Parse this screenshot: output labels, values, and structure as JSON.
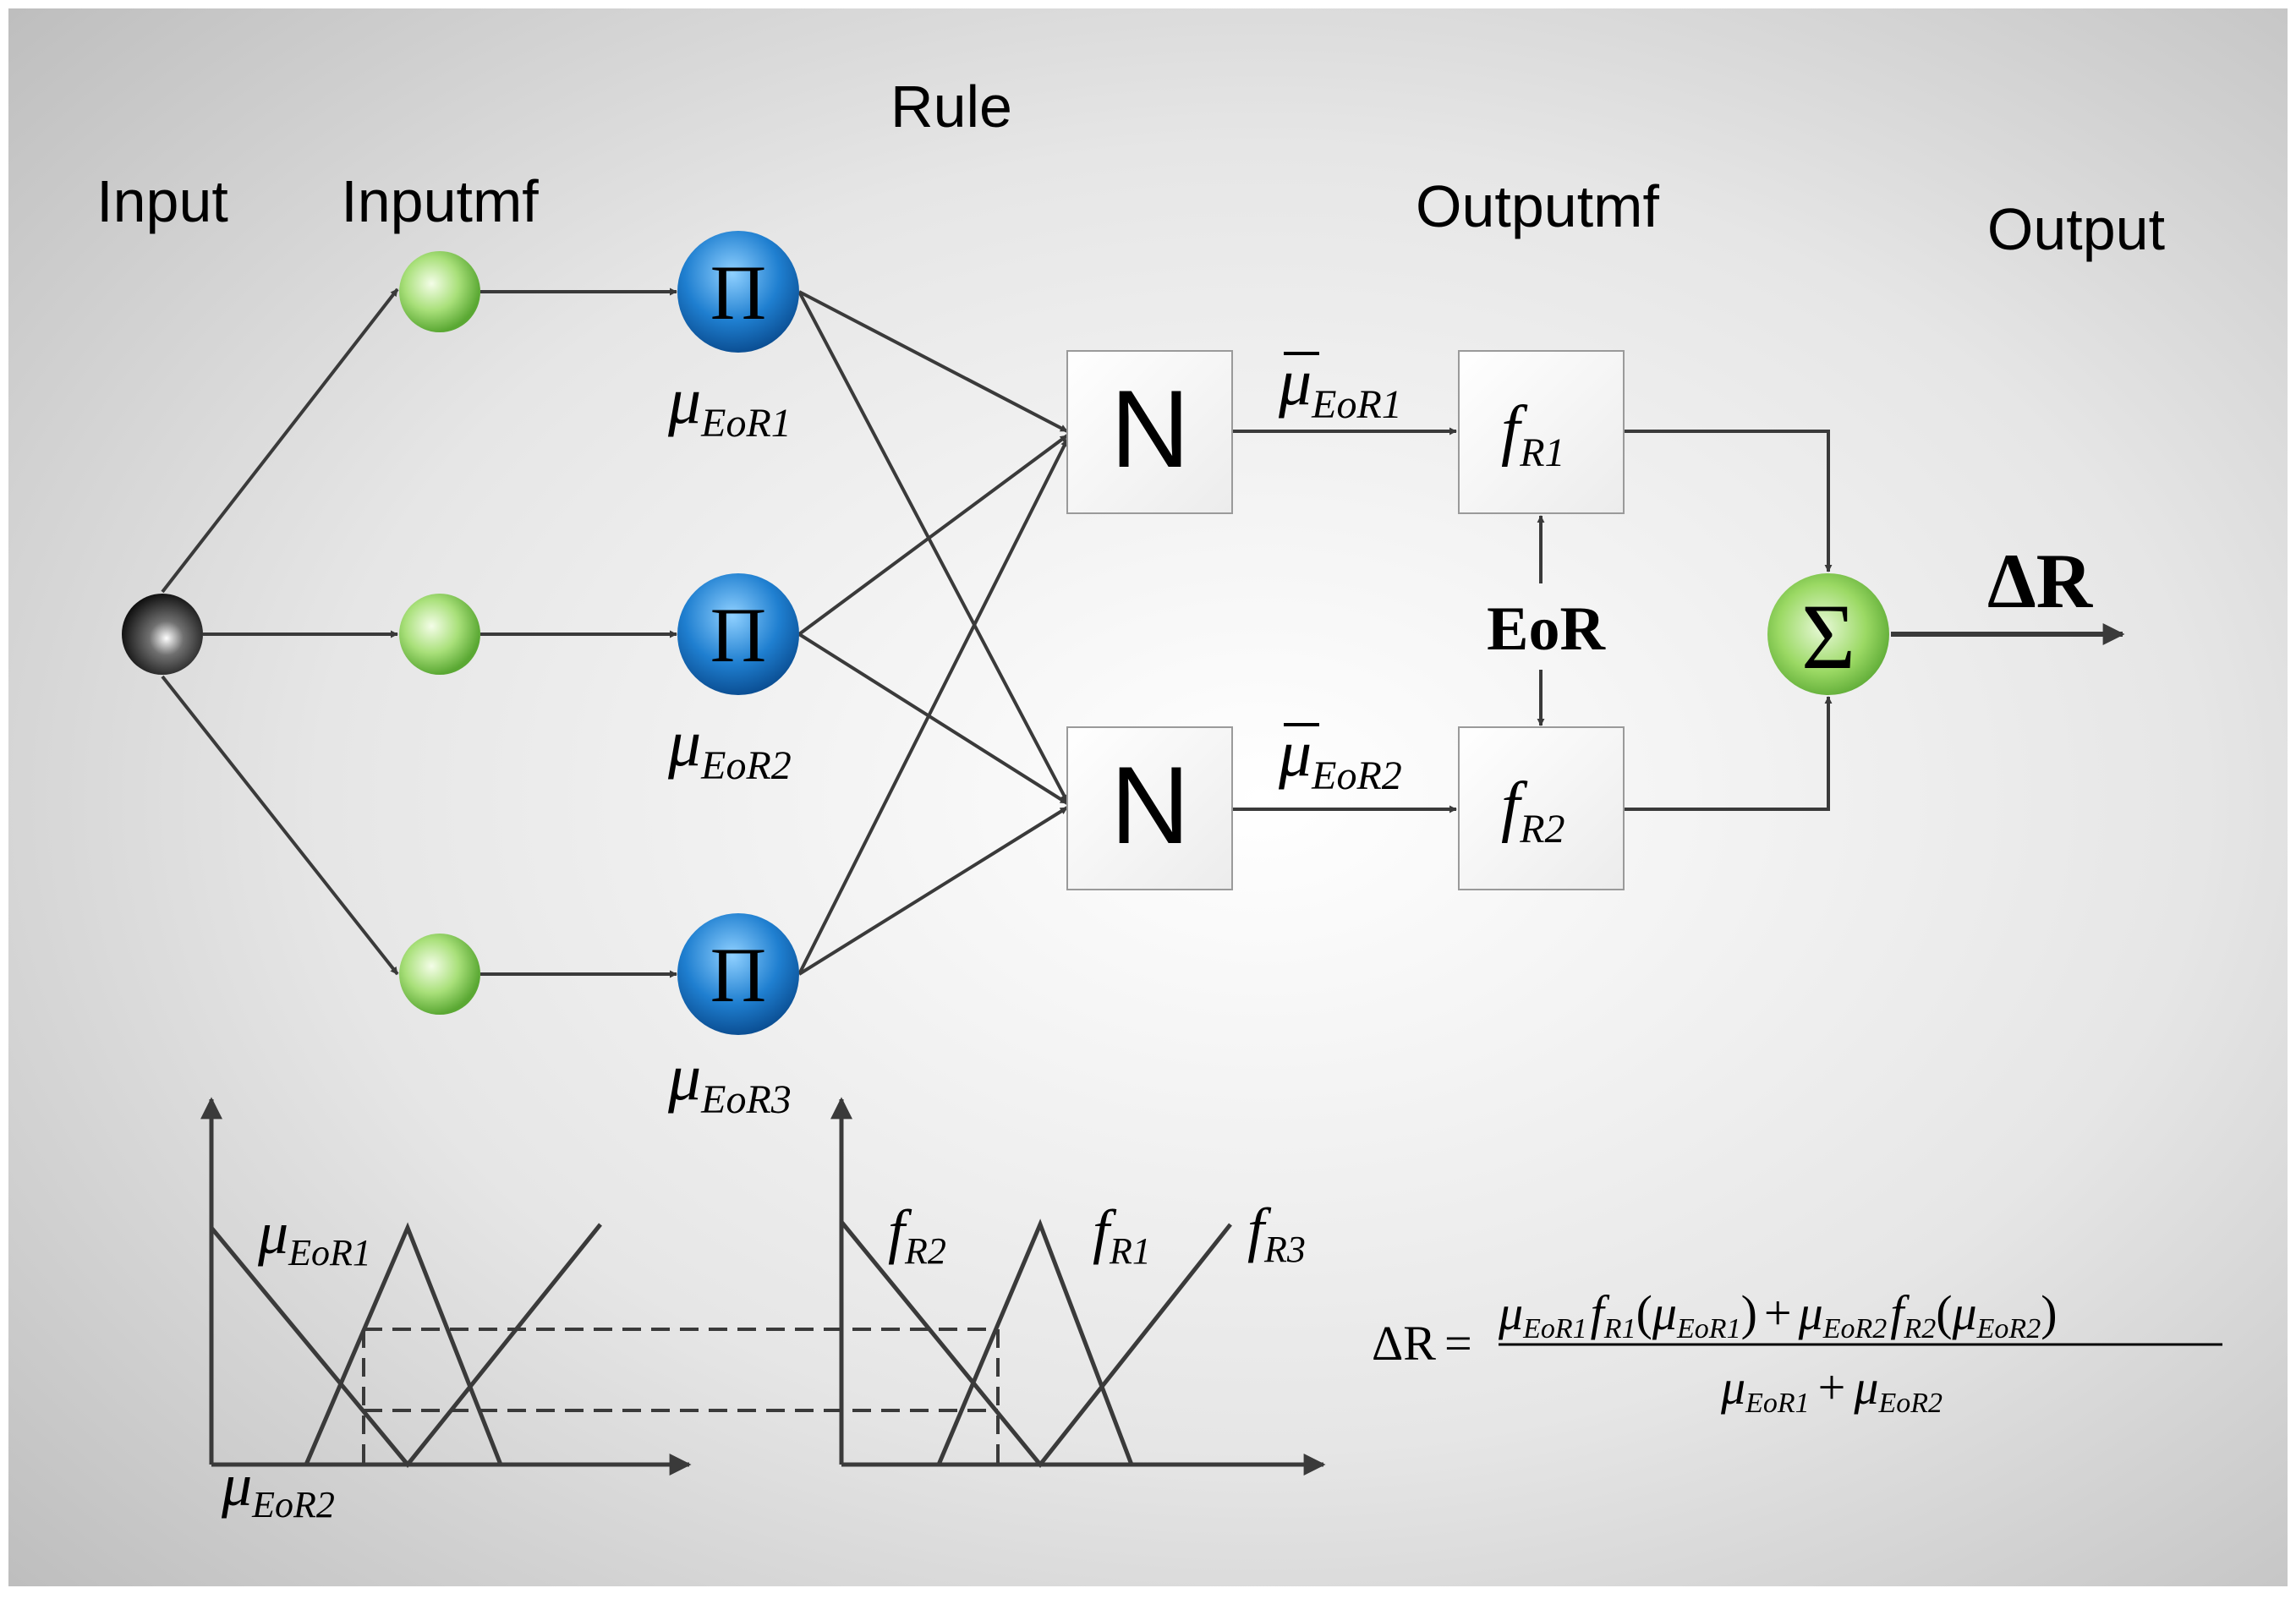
{
  "headers": {
    "input": "Input",
    "inputmf": "Inputmf",
    "rule": "Rule",
    "outputmf": "Outputmf",
    "output": "Output"
  },
  "nodes": {
    "product_symbol": "Π",
    "norm_symbol": "N",
    "sum_symbol": "Σ"
  },
  "rule_labels": [
    {
      "base": "μ",
      "sub": "EoR1"
    },
    {
      "base": "μ",
      "sub": "EoR2"
    },
    {
      "base": "μ",
      "sub": "EoR3"
    }
  ],
  "norm_labels": [
    {
      "base": "μ",
      "sub": "EoR1"
    },
    {
      "base": "μ",
      "sub": "EoR2"
    }
  ],
  "func_labels": [
    {
      "base": "f",
      "sub": "R1"
    },
    {
      "base": "f",
      "sub": "R2"
    }
  ],
  "eor_label": "EoR",
  "output_label": "ΔR",
  "mf_plot_left": {
    "labels": [
      {
        "base": "μ",
        "sub": "EoR1"
      },
      {
        "base": "μ",
        "sub": "EoR2"
      }
    ]
  },
  "mf_plot_right": {
    "labels": [
      {
        "base": "f",
        "sub": "R2"
      },
      {
        "base": "f",
        "sub": "R1"
      },
      {
        "base": "f",
        "sub": "R3"
      }
    ]
  },
  "formula": {
    "lhs": "ΔR",
    "eq": "=",
    "num": {
      "mu1": {
        "base": "μ",
        "sub": "EoR1"
      },
      "f1": {
        "base": "f",
        "sub": "R1"
      },
      "arg1": {
        "base": "μ",
        "sub": "EoR1"
      },
      "plus": "+",
      "mu2": {
        "base": "μ",
        "sub": "EoR2"
      },
      "f2": {
        "base": "f",
        "sub": "R2"
      },
      "arg2": {
        "base": "μ",
        "sub": "EoR2"
      },
      "lparen": "(",
      "rparen": ")"
    },
    "den": {
      "mu1": {
        "base": "μ",
        "sub": "EoR1"
      },
      "plus": "+",
      "mu2": {
        "base": "μ",
        "sub": "EoR2"
      }
    }
  },
  "colors": {
    "green_node": "#8fd65a",
    "blue_node": "#1f7fd0",
    "input_node": "#111111",
    "line": "#3a3a3a"
  }
}
